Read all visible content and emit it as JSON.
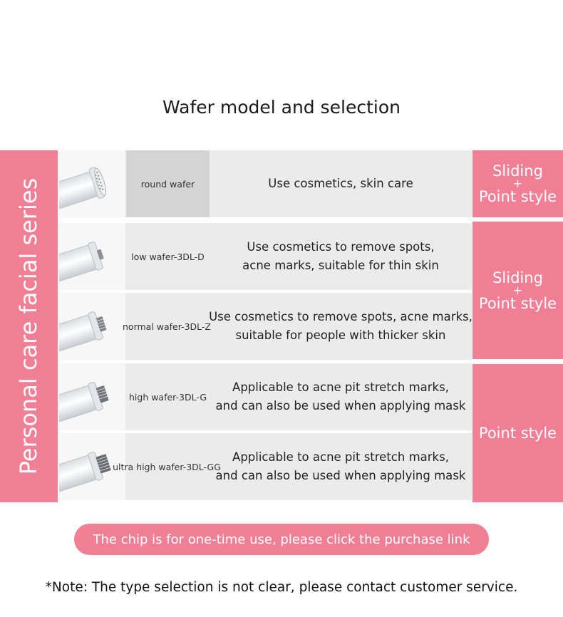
{
  "title": "Wafer model and selection",
  "side_label": "Personal care facial series",
  "rows": [
    {
      "model": "round wafer",
      "description": "Use cosmetics, skin care",
      "icon": "round-wafer-icon"
    },
    {
      "model": "low wafer-3DL-D",
      "description": "Use cosmetics to remove spots,\nacne marks, suitable for thin skin",
      "icon": "low-wafer-icon"
    },
    {
      "model": "normal wafer-3DL-Z",
      "description": "Use cosmetics to remove spots, acne marks,\nsuitable for people with thicker skin",
      "icon": "normal-wafer-icon"
    },
    {
      "model": "high wafer-3DL-G",
      "description": "Applicable to acne pit stretch marks,\nand can also be used when applying mask",
      "icon": "high-wafer-icon"
    },
    {
      "model": "ultra high wafer-3DL-GG",
      "description": "Applicable to acne pit stretch marks,\nand can also be used when applying mask",
      "icon": "ultra-high-wafer-icon"
    }
  ],
  "styles": [
    {
      "line1": "Sliding",
      "plus": "+",
      "line2": "Point style"
    },
    {
      "line1": "Sliding",
      "plus": "+",
      "line2": "Point style"
    },
    {
      "line1": "Point style"
    }
  ],
  "purchase_banner": "The chip is for one-time use, please click the purchase link",
  "note": "*Note: The type selection is not clear, please contact customer service.",
  "colors": {
    "accent": "#f07f95",
    "row_bg": "#ebebeb",
    "model_bg": "#d4d4d4"
  }
}
